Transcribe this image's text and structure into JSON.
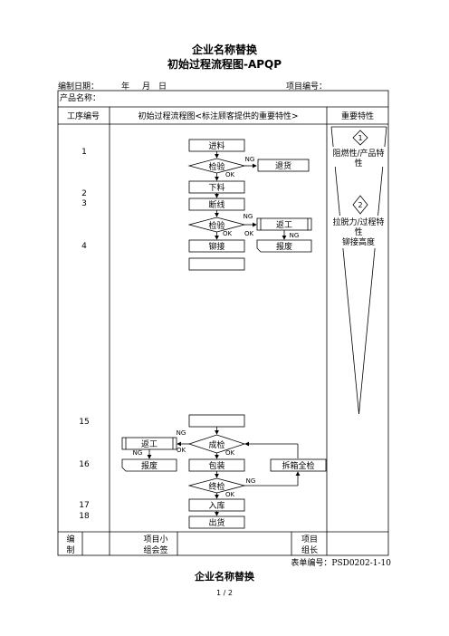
{
  "doc": {
    "company": "企业名称替换",
    "title": "初始过程流程图-APQP",
    "edit_date_label": "编制日期：",
    "year": "年",
    "month": "月",
    "day": "日",
    "project_no_label": "项目编号：",
    "product_name_label": "产品名称：",
    "form_no": "表单编号：PSD0202-1-10",
    "footer_company": "企业名称替换",
    "page": "1  /  2"
  },
  "table": {
    "col_step": "工序编号",
    "col_flow": "初始过程流程图<标注顾客提供的重要特性>",
    "col_key": "重要特性",
    "sign_compile": "编",
    "sign_compile2": "制",
    "sign_team": "项目小",
    "sign_team2": "组会签",
    "sign_leader": "项目",
    "sign_leader2": "组长"
  },
  "steps": [
    "1",
    "2",
    "3",
    "4",
    "15",
    "16",
    "17",
    "18"
  ],
  "flow": {
    "incoming": "进料",
    "inspect": "检验",
    "reject_return": "退货",
    "cutting": "下料",
    "wire_cut": "断线",
    "inspect2": "检验",
    "rework": "返工",
    "riveting": "铆接",
    "scrap": "报废",
    "final_check": "成检",
    "rework2": "返工",
    "scrap2": "报废",
    "packing": "包装",
    "unpack_check": "拆箱全检",
    "final_inspect": "终检",
    "warehouse": "入库",
    "shipping": "出货",
    "ng": "NG",
    "ok": "OK"
  },
  "key_chars": [
    {
      "num": "1",
      "text1": "阻燃性/产品特",
      "text2": "性"
    },
    {
      "num": "2",
      "text1": "拉脱力/过程特",
      "text2": "性",
      "text3": "铆接高度"
    }
  ]
}
